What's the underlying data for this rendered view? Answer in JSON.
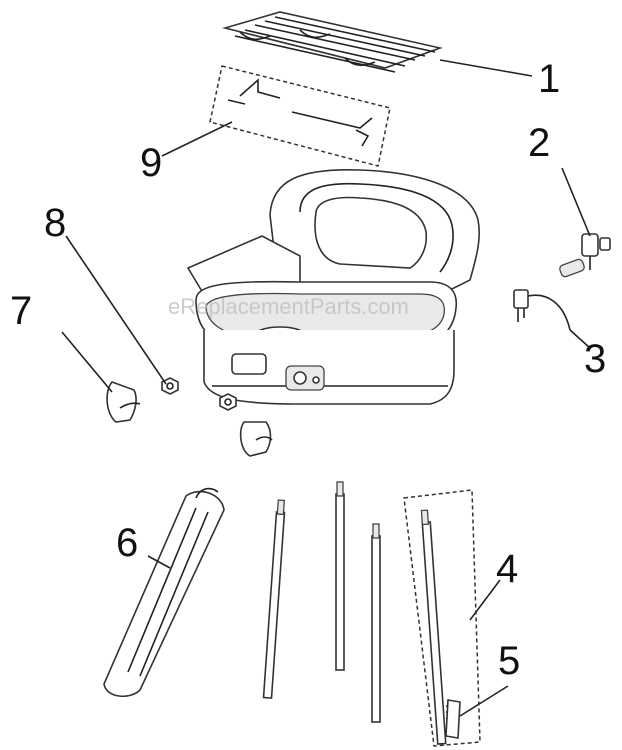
{
  "watermark": "eReplacementParts.com",
  "callouts": [
    {
      "id": "1",
      "label": "1"
    },
    {
      "id": "2",
      "label": "2"
    },
    {
      "id": "3",
      "label": "3"
    },
    {
      "id": "4",
      "label": "4"
    },
    {
      "id": "5",
      "label": "5"
    },
    {
      "id": "6",
      "label": "6"
    },
    {
      "id": "7",
      "label": "7"
    },
    {
      "id": "8",
      "label": "8"
    },
    {
      "id": "9",
      "label": "9"
    }
  ]
}
